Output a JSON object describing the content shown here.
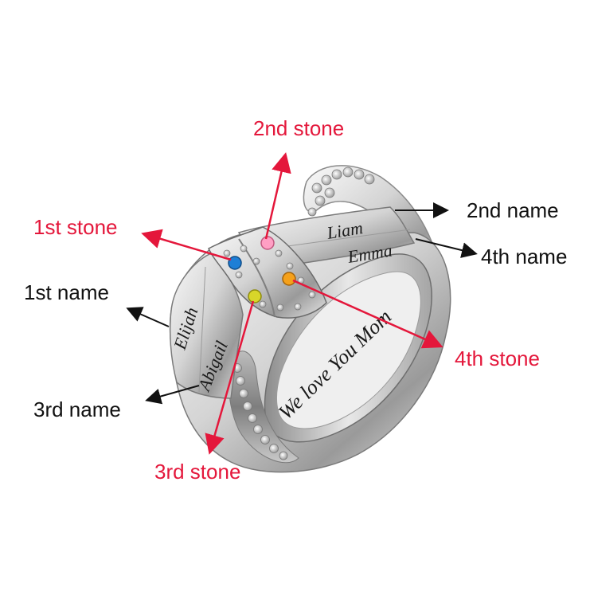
{
  "colors": {
    "stone_label": "#e4173b",
    "name_label": "#111111",
    "stone_1": "#1e7fd6",
    "stone_2": "#ff9fc4",
    "stone_3": "#d8d62a",
    "stone_4": "#f5a11b",
    "metal": "#d9d9d9"
  },
  "stone_labels": {
    "first": "1st stone",
    "second": "2nd stone",
    "third": "3rd stone",
    "fourth": "4th stone"
  },
  "name_labels": {
    "first": "1st name",
    "second": "2nd name",
    "third": "3rd name",
    "fourth": "4th name"
  },
  "engravings": {
    "name_1": "Elijah",
    "name_2": "Liam",
    "name_3": "Abigail",
    "name_4": "Emma",
    "inscription": "We love You Mom"
  }
}
